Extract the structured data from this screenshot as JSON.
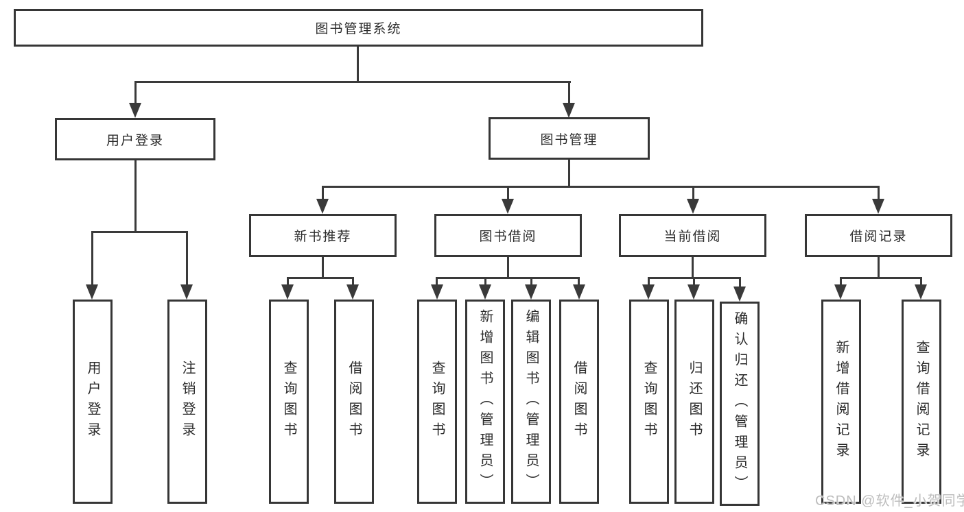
{
  "tree": {
    "label": "图书管理系统",
    "children": [
      {
        "label": "用户登录",
        "children": [
          {
            "label": "用户登录"
          },
          {
            "label": "注销登录"
          }
        ]
      },
      {
        "label": "图书管理",
        "children": [
          {
            "label": "新书推荐",
            "children": [
              {
                "label": "查询图书"
              },
              {
                "label": "借阅图书"
              }
            ]
          },
          {
            "label": "图书借阅",
            "children": [
              {
                "label": "查询图书"
              },
              {
                "label": "新增图书（管理员）"
              },
              {
                "label": "编辑图书（管理员）"
              },
              {
                "label": "借阅图书"
              }
            ]
          },
          {
            "label": "当前借阅",
            "children": [
              {
                "label": "查询图书"
              },
              {
                "label": "归还图书"
              },
              {
                "label": "确认归还（管理员）"
              }
            ]
          },
          {
            "label": "借阅记录",
            "children": [
              {
                "label": "新增借阅记录"
              },
              {
                "label": "查询借阅记录"
              }
            ]
          }
        ]
      }
    ]
  },
  "watermark": {
    "text": "CSDN @软件_小贺同学"
  },
  "colors": {
    "line": "#3a3a3a",
    "box_border": "#363636",
    "text": "#2b2b2b",
    "background": "#ffffff",
    "watermark": "#bdbdbd"
  }
}
